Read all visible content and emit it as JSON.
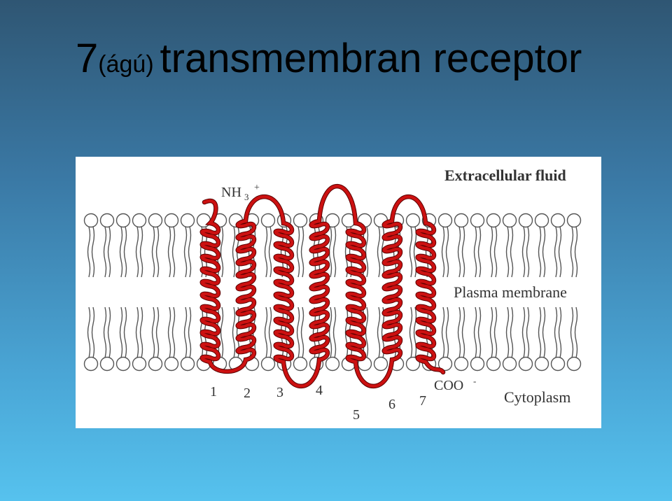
{
  "slide": {
    "title_number": "7",
    "title_parenthetical": "(ágú)",
    "title_rest": "transmembran receptor"
  },
  "figure": {
    "labels": {
      "extracellular": "Extracellular fluid",
      "membrane": "Plasma membrane",
      "cytoplasm": "Cytoplasm",
      "n_terminus": "NH",
      "n_terminus_sub": "3",
      "n_terminus_sup": "+",
      "c_terminus": "COO",
      "c_terminus_sup": "-"
    },
    "helix_numbers": [
      "1",
      "2",
      "3",
      "4",
      "5",
      "6",
      "7"
    ]
  },
  "colors": {
    "protein": "#cc1111",
    "lipid": "#555555",
    "background_top": "#2f5673",
    "background_bottom": "#56c2ee"
  }
}
